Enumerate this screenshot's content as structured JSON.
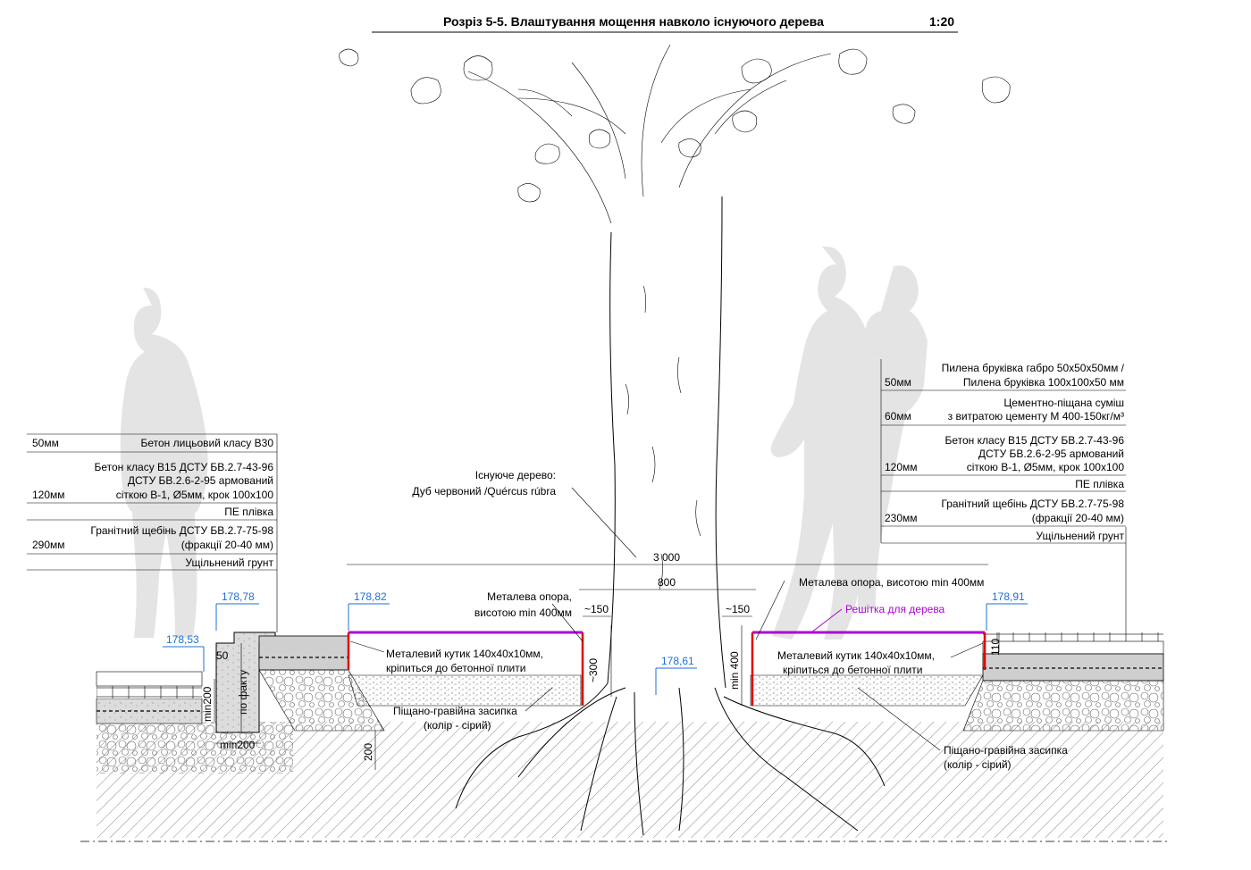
{
  "title": "Розріз 5-5. Влаштування мощення навколо існуючого дерева",
  "scale": "1:20",
  "left_layers": [
    {
      "thickness": "50мм",
      "lines": [
        "Бетон лицьовий класу В30"
      ]
    },
    {
      "thickness": "120мм",
      "lines": [
        "Бетон класу В15 ДСТУ БВ.2.7-43-96",
        "ДСТУ БВ.2.6-2-95 армований",
        "сіткою В-1, Ø5мм, крок 100x100"
      ]
    },
    {
      "thickness": "",
      "lines": [
        "ПЕ плівка"
      ]
    },
    {
      "thickness": "290мм",
      "lines": [
        "Гранітний щебінь ДСТУ БВ.2.7-75-98",
        "(фракції 20-40 мм)"
      ]
    },
    {
      "thickness": "",
      "lines": [
        "Ущільнений грунт"
      ]
    }
  ],
  "right_layers": [
    {
      "thickness": "50мм",
      "lines": [
        "Пилена бруківка габро 50x50x50мм /",
        "Пилена бруківка 100x100x50 мм"
      ]
    },
    {
      "thickness": "60мм",
      "lines": [
        "Цементно-піщана суміш",
        "з витратою цементу М 400-150кг/м³"
      ]
    },
    {
      "thickness": "120мм",
      "lines": [
        "Бетон класу В15 ДСТУ БВ.2.7-43-96",
        "ДСТУ БВ.2.6-2-95 армований",
        "сіткою В-1, Ø5мм, крок 100x100"
      ]
    },
    {
      "thickness": "",
      "lines": [
        "ПЕ плівка"
      ]
    },
    {
      "thickness": "230мм",
      "lines": [
        "Гранітний щебінь ДСТУ БВ.2.7-75-98",
        "(фракції 20-40 мм)"
      ]
    },
    {
      "thickness": "",
      "lines": [
        "Ущільнений грунт"
      ]
    }
  ],
  "tree_label": [
    "Існуюче дерево:",
    "Дуб червоний /Quércus rúbra"
  ],
  "dimensions": {
    "total_width": "3 000",
    "pit_width": "800",
    "offset_left": "~150",
    "offset_right": "~150",
    "depth_300": "~300",
    "depth_400": "min 400",
    "height_110": "110",
    "height_200": "200",
    "height_50": "50",
    "min200_vertical": "min200",
    "min200_horizontal": "min200",
    "po_faktu": "по факту"
  },
  "elevations": {
    "e1": "178,78",
    "e2": "178,53",
    "e3": "178,82",
    "e4": "178,61",
    "e5": "178,91"
  },
  "callouts": {
    "support_left": [
      "Металева опора,",
      "висотою min 400мм"
    ],
    "support_right": "Металева опора, висотою min 400мм",
    "angle_left": [
      "Металевий кутик 140x40x10мм,",
      "кріпиться до бетонної плити"
    ],
    "angle_right": [
      "Металевий кутик 140x40x10мм,",
      "кріпиться до бетонної плити"
    ],
    "grate": "Решітка для дерева",
    "fill_left": [
      "Піщано-гравійна засипка",
      "(колір - сірий)"
    ],
    "fill_right": [
      "Піщано-гравійна засипка",
      "(колір - сірий)"
    ]
  },
  "colors": {
    "elevation_blue": "#1e6fd9",
    "grate_purple": "#b000d8",
    "support_red": "#e00000"
  }
}
